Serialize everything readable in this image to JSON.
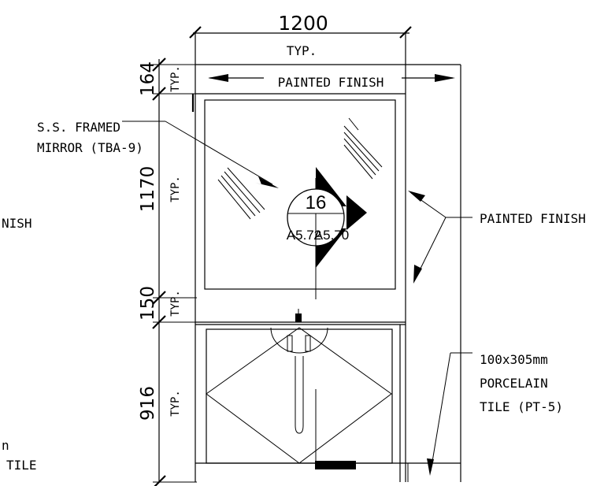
{
  "dimensions": {
    "width_top": "1200",
    "width_top_note": "TYP.",
    "h1": "164",
    "h1_note": "TYP.",
    "h2": "1170",
    "h2_note": "TYP.",
    "h3": "150",
    "h3_note": "TYP.",
    "h4": "916",
    "h4_note": "TYP."
  },
  "labels": {
    "painted_finish_top": "PAINTED FINISH",
    "mirror_line1": "S.S. FRAMED",
    "mirror_line2": "MIRROR (TBA-9)",
    "painted_finish_right": "PAINTED FINISH",
    "tile_line1": "100x305mm",
    "tile_line2": "PORCELAIN",
    "tile_line3": "TILE (PT-5)",
    "left_clip_1": "NISH",
    "left_clip_2": "n",
    "left_clip_3": "TILE"
  },
  "section_tag": {
    "number": "16",
    "left_ref": "A5.72",
    "right_ref": "A5.70"
  }
}
